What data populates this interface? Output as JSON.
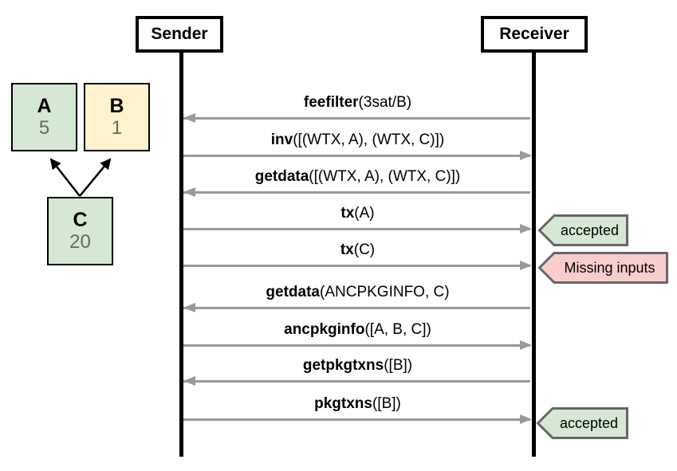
{
  "diagram": {
    "type": "sequence-diagram",
    "actors": {
      "sender": "Sender",
      "receiver": "Receiver"
    },
    "dag": {
      "nodes": [
        {
          "label": "A",
          "value": "5",
          "fill": "#d5e8d4"
        },
        {
          "label": "B",
          "value": "1",
          "fill": "#fff2cc"
        },
        {
          "label": "C",
          "value": "20",
          "fill": "#d5e8d4"
        }
      ],
      "edges": [
        [
          "C",
          "A"
        ],
        [
          "C",
          "B"
        ]
      ]
    },
    "messages": [
      {
        "fn": "feefilter",
        "args": "(3sat/B)",
        "dir": "left"
      },
      {
        "fn": "inv",
        "args": "([(WTX, A), (WTX, C)])",
        "dir": "right"
      },
      {
        "fn": "getdata",
        "args": "([(WTX, A), (WTX, C)])",
        "dir": "left"
      },
      {
        "fn": "tx",
        "args": "(A)",
        "dir": "right",
        "result": "accepted"
      },
      {
        "fn": "tx",
        "args": "(C)",
        "dir": "right",
        "result": "Missing inputs"
      },
      {
        "fn": "getdata",
        "args": "(ANCPKGINFO, C)",
        "dir": "left"
      },
      {
        "fn": "ancpkginfo",
        "args": "([A, B, C])",
        "dir": "right"
      },
      {
        "fn": "getpkgtxns",
        "args": "([B])",
        "dir": "left"
      },
      {
        "fn": "pkgtxns",
        "args": "([B])",
        "dir": "right",
        "result": "accepted"
      }
    ],
    "badges": [
      {
        "label": "accepted",
        "status": "accepted"
      },
      {
        "label": "Missing inputs",
        "status": "rejected"
      },
      {
        "label": "accepted",
        "status": "accepted"
      }
    ],
    "colors": {
      "accepted_fill": "#d5e8d4",
      "rejected_fill": "#f8cecc",
      "badge_border": "#666666",
      "arrow_gray": "#999999",
      "node_green": "#d5e8d4",
      "node_yellow": "#fff2cc",
      "node_value_text": "#666666",
      "lifeline_black": "#000000"
    }
  }
}
